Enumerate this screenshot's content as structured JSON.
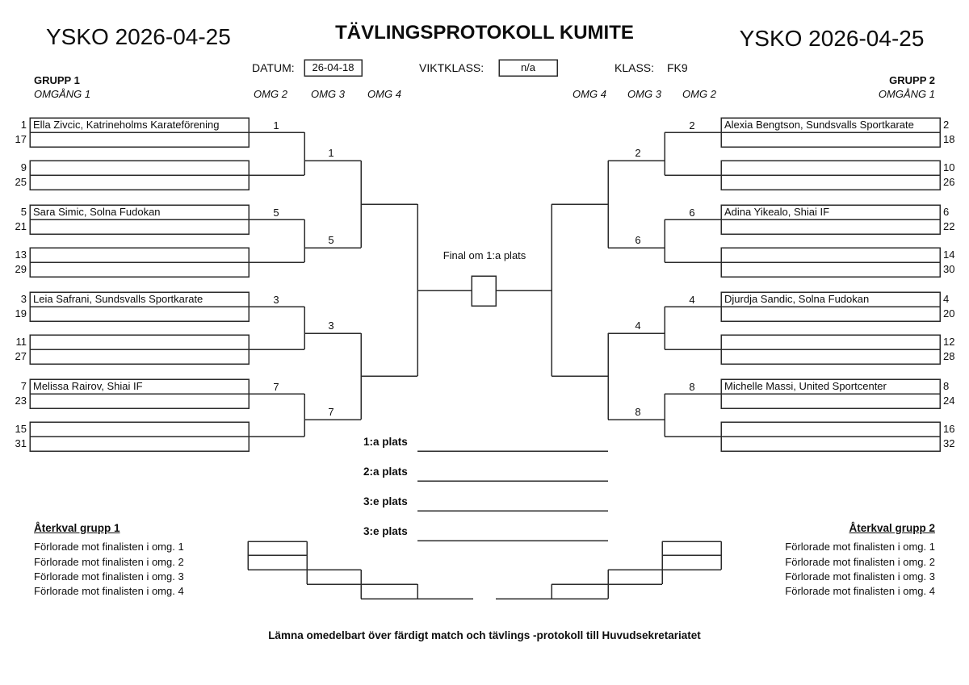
{
  "header": {
    "left_event": "YSKO 2026-04-25",
    "title": "TÄVLINGSPROTOKOLL KUMITE",
    "right_event": "YSKO 2026-04-25",
    "datum_label": "DATUM:",
    "datum_value": "26-04-18",
    "viktklass_label": "VIKTKLASS:",
    "viktklass_value": "n/a",
    "klass_label": "KLASS:",
    "klass_value": "FK9"
  },
  "groups": {
    "left": {
      "name": "GRUPP 1",
      "round1": "OMGÅNG 1",
      "cols": [
        "OMG 2",
        "OMG 3",
        "OMG 4"
      ]
    },
    "right": {
      "name": "GRUPP 2",
      "round1": "OMGÅNG 1",
      "cols": [
        "OMG 4",
        "OMG 3",
        "OMG 2"
      ]
    }
  },
  "bracket": {
    "left": {
      "entries": [
        {
          "seed": "1",
          "name": "Ella Zivcic, Katrineholms Karateförening"
        },
        {
          "seed": "17",
          "name": ""
        },
        {
          "seed": "9",
          "name": ""
        },
        {
          "seed": "25",
          "name": ""
        },
        {
          "seed": "5",
          "name": "Sara Simic, Solna Fudokan"
        },
        {
          "seed": "21",
          "name": ""
        },
        {
          "seed": "13",
          "name": ""
        },
        {
          "seed": "29",
          "name": ""
        },
        {
          "seed": "3",
          "name": "Leia Safrani, Sundsvalls Sportkarate"
        },
        {
          "seed": "19",
          "name": ""
        },
        {
          "seed": "11",
          "name": ""
        },
        {
          "seed": "27",
          "name": ""
        },
        {
          "seed": "7",
          "name": "Melissa Rairov, Shiai IF"
        },
        {
          "seed": "23",
          "name": ""
        },
        {
          "seed": "15",
          "name": ""
        },
        {
          "seed": "31",
          "name": ""
        }
      ],
      "omg2_labels": [
        "1",
        "5",
        "3",
        "7"
      ],
      "omg3_labels": [
        "1",
        "5",
        "3",
        "7"
      ]
    },
    "right": {
      "entries": [
        {
          "seed": "2",
          "name": "Alexia Bengtson, Sundsvalls Sportkarate"
        },
        {
          "seed": "18",
          "name": ""
        },
        {
          "seed": "10",
          "name": ""
        },
        {
          "seed": "26",
          "name": ""
        },
        {
          "seed": "6",
          "name": "Adina Yikealo, Shiai IF"
        },
        {
          "seed": "22",
          "name": ""
        },
        {
          "seed": "14",
          "name": ""
        },
        {
          "seed": "30",
          "name": ""
        },
        {
          "seed": "4",
          "name": "Djurdja Sandic, Solna Fudokan"
        },
        {
          "seed": "20",
          "name": ""
        },
        {
          "seed": "12",
          "name": ""
        },
        {
          "seed": "28",
          "name": ""
        },
        {
          "seed": "8",
          "name": "Michelle Massi, United Sportcenter"
        },
        {
          "seed": "24",
          "name": ""
        },
        {
          "seed": "16",
          "name": ""
        },
        {
          "seed": "32",
          "name": ""
        }
      ],
      "omg2_labels": [
        "2",
        "6",
        "4",
        "8"
      ],
      "omg3_labels": [
        "2",
        "6",
        "4",
        "8"
      ]
    }
  },
  "final_label": "Final om 1:a plats",
  "results": [
    "1:a plats",
    "2:a plats",
    "3:e plats",
    "3:e plats"
  ],
  "repechage": {
    "left_title": "Återkval grupp 1",
    "right_title": "Återkval grupp 2",
    "rows": [
      "Förlorade mot finalisten i omg. 1",
      "Förlorade mot finalisten i omg. 2",
      "Förlorade mot finalisten i omg. 3",
      "Förlorade mot finalisten i omg. 4"
    ]
  },
  "footer_note": "Lämna omedelbart över färdigt match och tävlings -protokoll till Huvudsekretariatet",
  "colors": {
    "ink": "#0d0d0d",
    "line": "#2b2b2b",
    "background": "#ffffff"
  }
}
